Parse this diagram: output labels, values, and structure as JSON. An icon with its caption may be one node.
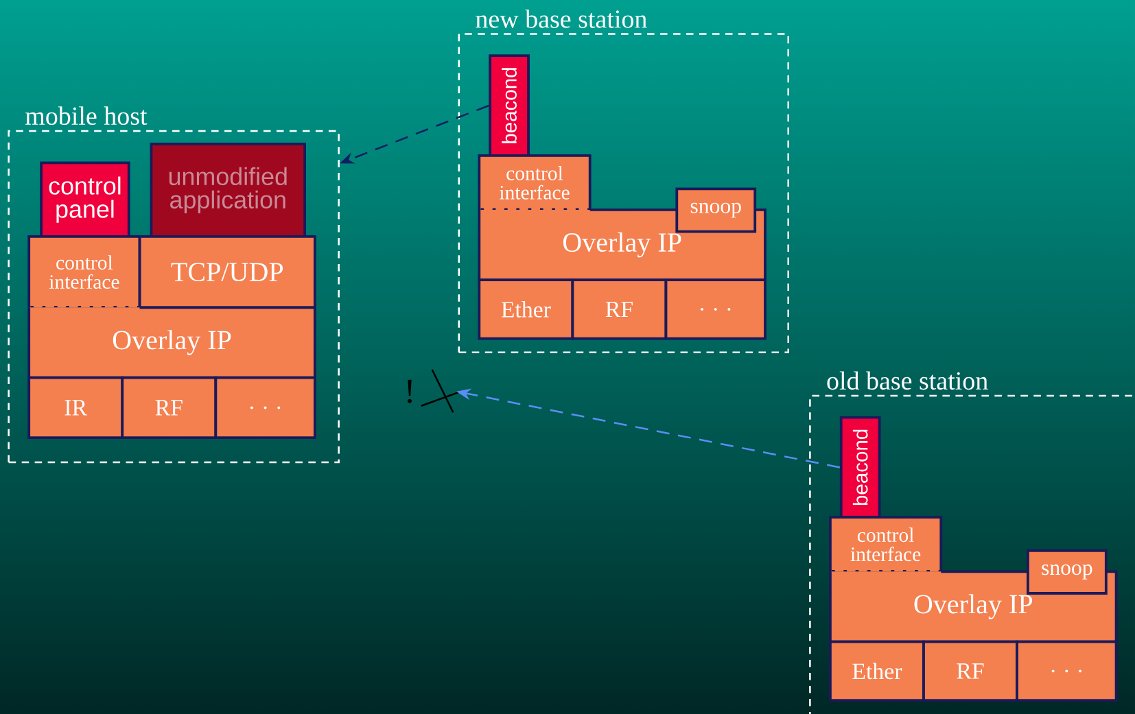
{
  "diagram": {
    "nodes": [
      {
        "text": [
          "mobile host"
        ]
      },
      {
        "text": [
          "control panel"
        ],
        "in": 0
      },
      {
        "text": [
          "unmodified application"
        ],
        "in": 0
      },
      {
        "text": [
          "control interface"
        ],
        "in": 0
      },
      {
        "text": [
          "TCP/UDP"
        ],
        "in": 0
      },
      {
        "text": [
          "Overlay IP"
        ],
        "in": 0
      },
      {
        "text": [
          "IR"
        ],
        "in": 0
      },
      {
        "text": [
          "RF"
        ],
        "in": 0
      },
      {
        "text": [
          ". . ."
        ],
        "in": 0
      },
      {
        "text": [
          "new base station"
        ]
      },
      {
        "text": [
          "beacond"
        ],
        "in": 9
      },
      {
        "text": [
          "control interface"
        ],
        "in": 9
      },
      {
        "text": [
          "snoop"
        ],
        "in": 9
      },
      {
        "text": [
          "Overlay IP"
        ],
        "in": 9
      },
      {
        "text": [
          "Ether"
        ],
        "in": 9
      },
      {
        "text": [
          "RF"
        ],
        "in": 9
      },
      {
        "text": [
          ". . ."
        ],
        "in": 9
      },
      {
        "text": [
          "old base station"
        ]
      },
      {
        "text": [
          "beacond"
        ],
        "in": 17
      },
      {
        "text": [
          "control interface"
        ],
        "in": 17
      },
      {
        "text": [
          "snoop"
        ],
        "in": 17
      },
      {
        "text": [
          "Overlay IP"
        ],
        "in": 17
      },
      {
        "text": [
          "Ether"
        ],
        "in": 17
      },
      {
        "text": [
          "RF"
        ],
        "in": 17
      },
      {
        "text": [
          ". . ."
        ],
        "in": 17
      },
      {
        "text": [
          "!"
        ]
      }
    ],
    "edges": [
      {
        "from": 10,
        "to": 0,
        "arrow": "to",
        "style": "dashed",
        "color": "#102060"
      },
      {
        "from": 18,
        "to": 25,
        "arrow": "to",
        "style": "dashed",
        "color": "#5b8ef5"
      }
    ]
  }
}
